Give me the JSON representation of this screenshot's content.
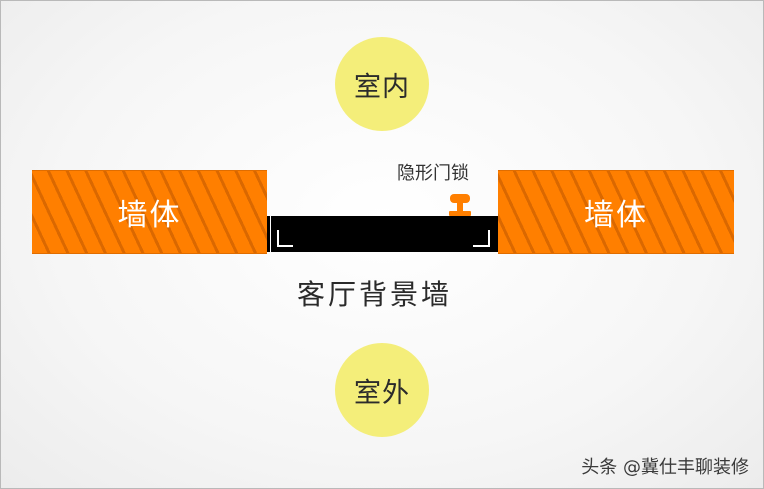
{
  "labels": {
    "inside": "室内",
    "outside": "室外",
    "wall_left": "墙体",
    "wall_right": "墙体",
    "hidden_lock": "隐形门锁",
    "living_wall": "客厅背景墙"
  },
  "watermark": "头条 @冀仕丰聊装修",
  "colors": {
    "wall": "#ff7f00",
    "circle": "#f4ee7a",
    "door": "#000000",
    "lock": "#ff7f00"
  }
}
